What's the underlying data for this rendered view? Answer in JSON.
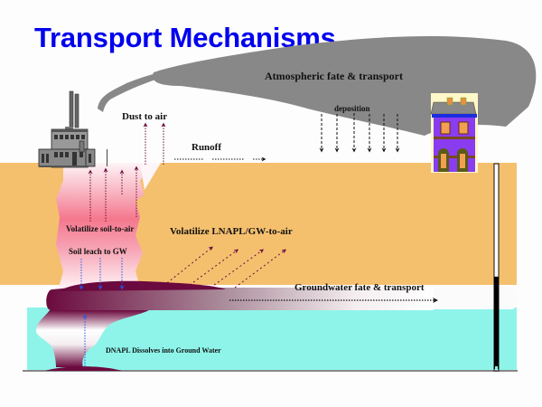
{
  "title": "Transport Mechanisms",
  "labels": {
    "atmospheric": "Atmospheric fate & transport",
    "deposition": "deposition",
    "dust_to_air": "Dust to air",
    "runoff": "Runoff",
    "volatilize_soil": "Volatilize soil-to-air",
    "soil_leach": "Soil leach to GW",
    "volatilize_lnapl": "Volatilize LNAPL/GW-to-air",
    "groundwater": "Groundwater fate & transport",
    "dnapl": "DNAPL Dissolves into Ground Water"
  },
  "colors": {
    "title": "#0000ee",
    "plume_gray": "#888888",
    "soil": "#f5c06e",
    "groundwater": "#8ef4ea",
    "contaminant": "#6b0a3e",
    "arrow_purple": "#6b0a3e",
    "arrow_blue": "#2255ee",
    "house_purple": "#8a3cf0"
  },
  "well": {
    "water_fill_fraction": 0.45
  }
}
